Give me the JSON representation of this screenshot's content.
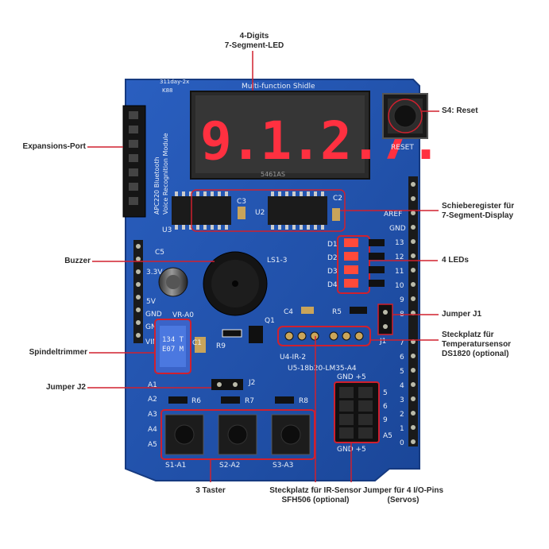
{
  "callouts": {
    "display": "4-Digits\n7-Segment-LED",
    "reset": "S4: Reset",
    "expansion": "Expansions-Port",
    "shift": "Schieberegister für\n7-Segment-Display",
    "buzzer": "Buzzer",
    "leds": "4 LEDs",
    "j1": "Jumper J1",
    "trimmer": "Spindeltrimmer",
    "temp": "Steckplatz für\nTemperatursensor\nDS1820 (optional)",
    "j2": "Jumper J2",
    "taster": "3 Taster",
    "ir": "Steckplatz für IR-Sensor\nSFH506 (optional)",
    "servo": "Jumper für 4 I/O-Pins\n(Servos)"
  },
  "board": {
    "title": "Multi-function Shidle",
    "corner_text": "311day-2x",
    "corner_text2": "K88",
    "display_digits": "9.1.2.7.",
    "display_part": "5461AS",
    "bt_text": "APC220 Bluetooth\nVoice Recognition Module",
    "reset_label": "RESET",
    "c3": "C3",
    "u2": "U2",
    "u3": "U3",
    "c2": "C2",
    "ls": "LS1-3",
    "c5": "C5",
    "power_labels": [
      "3.3V",
      "5V",
      "GND",
      "GND",
      "VIN"
    ],
    "vr": "VR-A0",
    "trimmer_text": "134 T\nE07 M",
    "q1": "Q1",
    "r9": "R9",
    "c1": "C1",
    "c4": "C4",
    "r5": "R5",
    "j1": "J1",
    "u4": "U4-IR-2",
    "u5": "U5-18b20-LM35-A4",
    "j2": "J2",
    "left_pins": [
      "A1",
      "A2",
      "A3",
      "A4",
      "A5"
    ],
    "r6": "R6",
    "r7": "R7",
    "r8": "R8",
    "led_labels": [
      "D1",
      "D2",
      "D3",
      "D4"
    ],
    "right_pins_top": [
      "AREF",
      "GND",
      "13",
      "12",
      "11",
      "10",
      "9",
      "8"
    ],
    "right_pins_bottom": [
      "7",
      "6",
      "5",
      "4",
      "3",
      "2",
      "1",
      "0"
    ],
    "servo_top": "GND +5",
    "servo_pins": [
      "5",
      "6",
      "9",
      "A5"
    ],
    "servo_bottom": "GND +5",
    "buttons": [
      "S1-A1",
      "S2-A2",
      "S3-A3"
    ]
  },
  "colors": {
    "pcb": "#1e4fa8",
    "callout_line": "#d0202e",
    "led_segment": "#ff3040"
  }
}
